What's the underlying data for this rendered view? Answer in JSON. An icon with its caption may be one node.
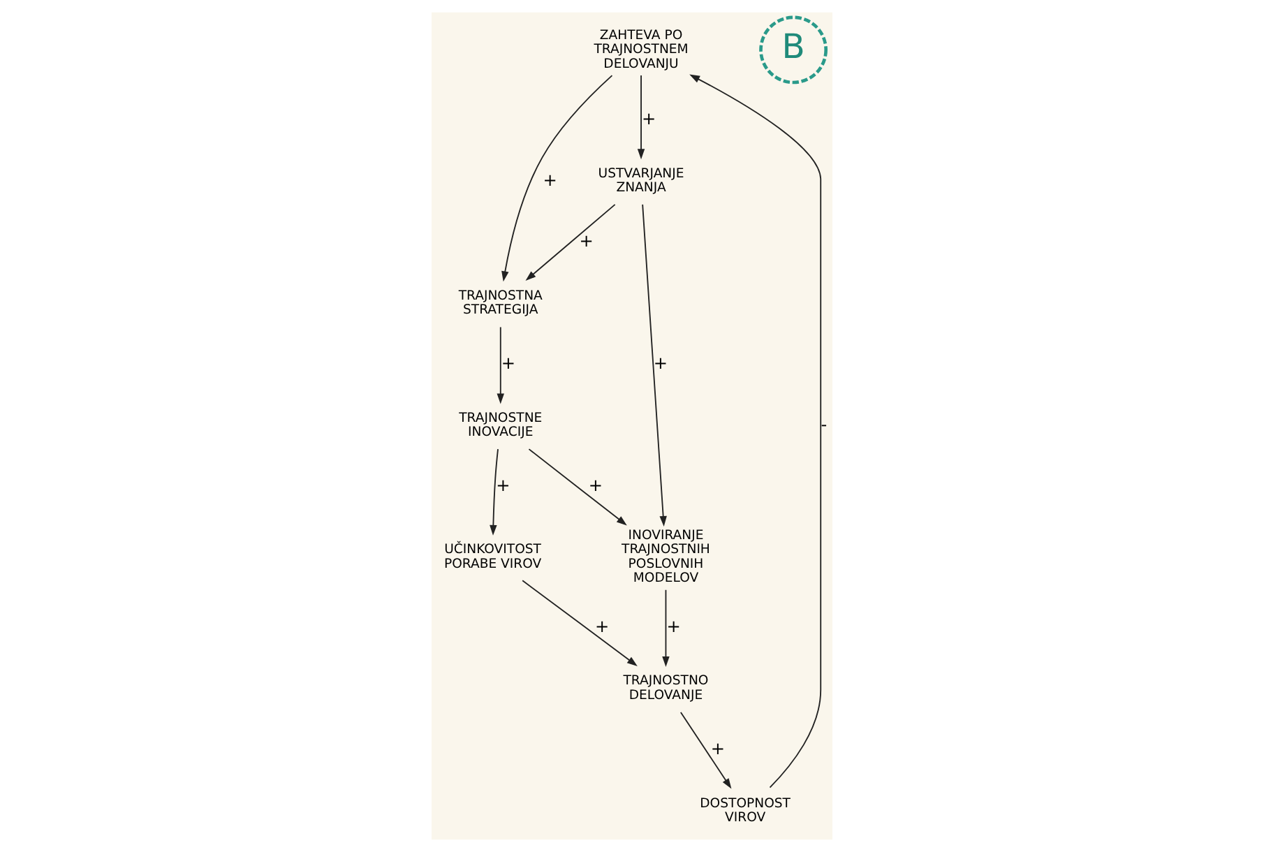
{
  "diagram": {
    "nodes": [
      {
        "text": [
          "ZAHTEVA PO TRAJNOSTNEM DELOVANJU"
        ]
      },
      {
        "text": [
          "DOSTOPNOST VIROV"
        ]
      },
      {
        "text": [
          "TRAJNOSTNA STRATEGIJA"
        ]
      },
      {
        "text": [
          "TRAJNOSTNE INOVACIJE"
        ]
      },
      {
        "text": [
          "USTVARJANJE ZNANJA"
        ]
      },
      {
        "text": [
          "UČINKOVITOST PORABE VIROV"
        ]
      },
      {
        "text": [
          "INOVIRANJE TRAJNOSTNIH POSLOVNIH MODELOV"
        ]
      },
      {
        "text": [
          "TRAJNOSTNO DELOVANJE"
        ]
      }
    ],
    "edges": [
      {
        "from": 1,
        "to": 0,
        "arrow": "to",
        "label": "-"
      },
      {
        "from": 0,
        "to": 4,
        "arrow": "to",
        "label": "+"
      },
      {
        "from": 0,
        "to": 2,
        "arrow": "to",
        "label": "+"
      },
      {
        "from": 4,
        "to": 2,
        "arrow": "to",
        "label": "+"
      },
      {
        "from": 2,
        "to": 3,
        "arrow": "to",
        "label": "+"
      },
      {
        "from": 3,
        "to": 5,
        "arrow": "to",
        "label": "+"
      },
      {
        "from": 3,
        "to": 6,
        "arrow": "to",
        "label": "+"
      },
      {
        "from": 4,
        "to": 6,
        "arrow": "to",
        "label": "+"
      },
      {
        "from": 5,
        "to": 7,
        "arrow": "to",
        "label": "+"
      },
      {
        "from": 6,
        "to": 7,
        "arrow": "to",
        "label": "+"
      },
      {
        "from": 7,
        "to": 1,
        "arrow": "to",
        "label": "+"
      }
    ],
    "labels": [
      "B"
    ]
  }
}
